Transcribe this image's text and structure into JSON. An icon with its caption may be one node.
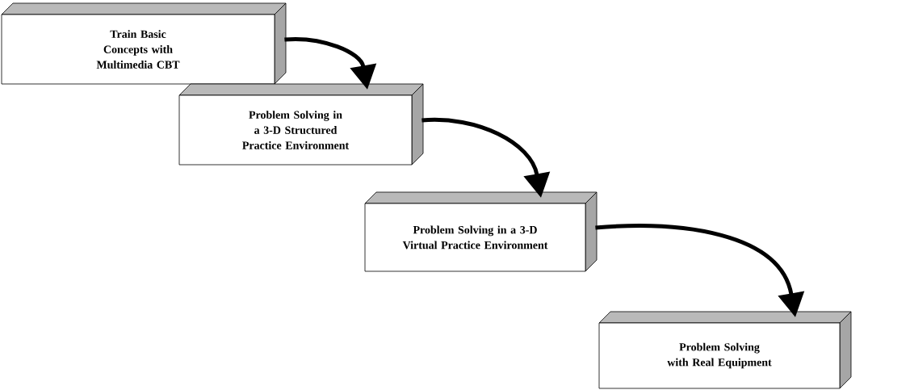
{
  "diagram": {
    "nodes": [
      {
        "text": [
          "Train Basic Concepts with Multimedia CBT"
        ]
      },
      {
        "text": [
          "Problem Solving in a 3-D Structured Practice Environment"
        ]
      },
      {
        "text": [
          "Problem Solving in a 3-D Virtual Practice Environment"
        ]
      },
      {
        "text": [
          "Problem Solving with Real Equipment"
        ]
      }
    ],
    "edges": [
      {
        "from": 0,
        "to": 1,
        "arrow": "to"
      },
      {
        "from": 1,
        "to": 2,
        "arrow": "to"
      },
      {
        "from": 2,
        "to": 3,
        "arrow": "to"
      }
    ]
  }
}
